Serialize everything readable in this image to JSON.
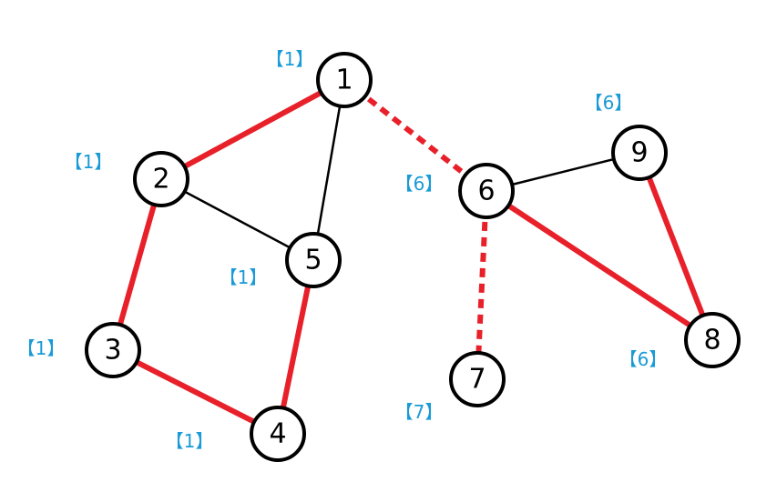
{
  "colors": {
    "tree_edge": "#e8202a",
    "other_edge": "#000000",
    "label": "#1a9ad6"
  },
  "nodes": [
    {
      "id": "1",
      "label": "【1】"
    },
    {
      "id": "2",
      "label": "【1】"
    },
    {
      "id": "3",
      "label": "【1】"
    },
    {
      "id": "4",
      "label": "【1】"
    },
    {
      "id": "5",
      "label": "【1】"
    },
    {
      "id": "6",
      "label": "【6】"
    },
    {
      "id": "7",
      "label": "【7】"
    },
    {
      "id": "8",
      "label": "【6】"
    },
    {
      "id": "9",
      "label": "【6】"
    }
  ],
  "edges": [
    {
      "from": "1",
      "to": "2",
      "style": "red-solid"
    },
    {
      "from": "1",
      "to": "5",
      "style": "black-thin"
    },
    {
      "from": "2",
      "to": "5",
      "style": "black-thin"
    },
    {
      "from": "2",
      "to": "3",
      "style": "red-solid"
    },
    {
      "from": "3",
      "to": "4",
      "style": "red-solid"
    },
    {
      "from": "4",
      "to": "5",
      "style": "red-solid"
    },
    {
      "from": "1",
      "to": "6",
      "style": "red-dashed"
    },
    {
      "from": "6",
      "to": "7",
      "style": "red-dashed"
    },
    {
      "from": "6",
      "to": "9",
      "style": "black-thin"
    },
    {
      "from": "6",
      "to": "8",
      "style": "red-solid"
    },
    {
      "from": "9",
      "to": "8",
      "style": "red-solid"
    }
  ]
}
